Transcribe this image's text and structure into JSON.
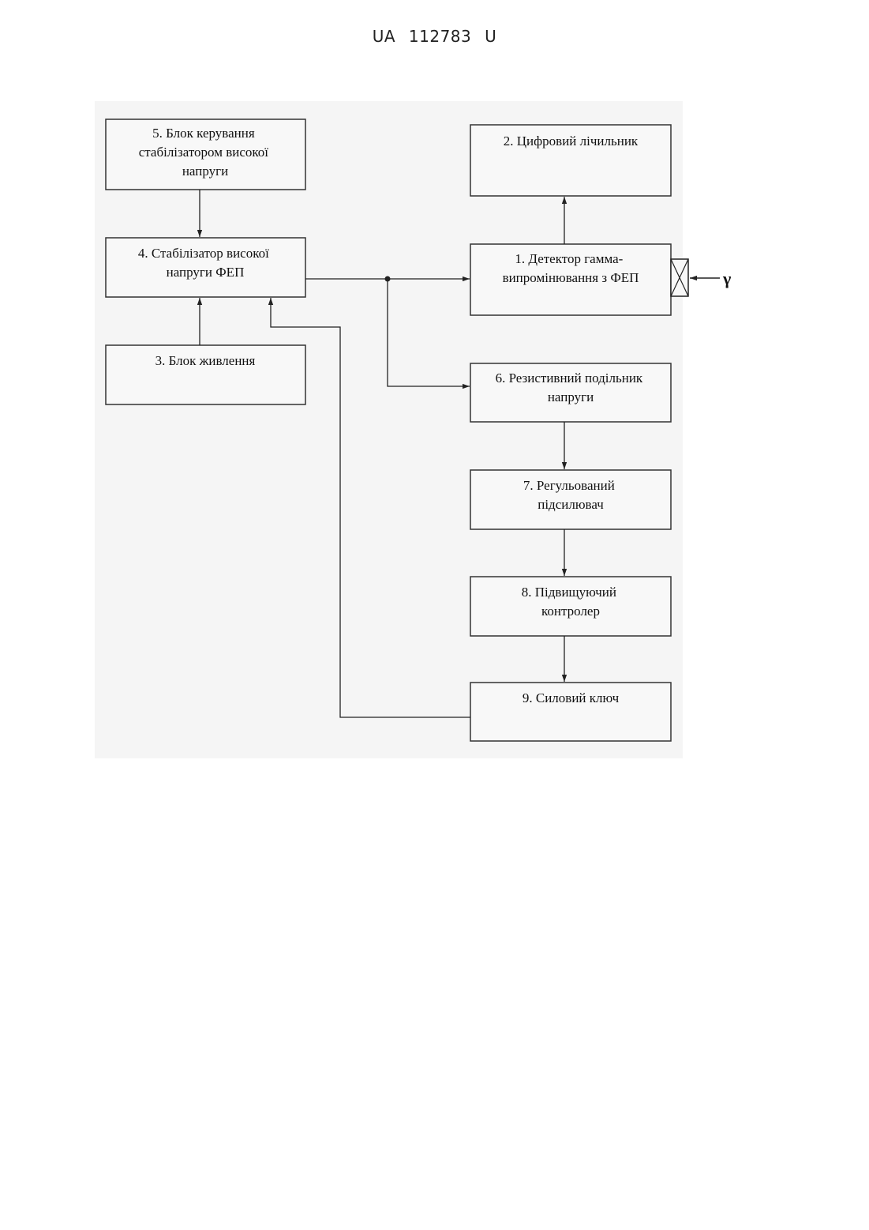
{
  "header": {
    "text": "UA   112783   U"
  },
  "blocks": [
    {
      "id": "block-5",
      "lines": [
        "5. Блок керування",
        "стабілізатором високої",
        "напруги"
      ]
    },
    {
      "id": "block-4",
      "lines": [
        "4. Стабілізатор високої",
        "напруги ФЕП"
      ]
    },
    {
      "id": "block-3",
      "lines": [
        "3. Блок живлення"
      ]
    },
    {
      "id": "block-2",
      "lines": [
        "2. Цифровий лічильник"
      ]
    },
    {
      "id": "block-1",
      "lines": [
        "1. Детектор гамма-",
        "випромінювання з ФЕП"
      ]
    },
    {
      "id": "block-6",
      "lines": [
        "6. Резистивний подільник",
        "напруги"
      ]
    },
    {
      "id": "block-7",
      "lines": [
        "7. Регульований",
        "підсилювач"
      ]
    },
    {
      "id": "block-8",
      "lines": [
        "8. Підвищуючий",
        "контролер"
      ]
    },
    {
      "id": "block-9",
      "lines": [
        "9. Силовий ключ"
      ]
    }
  ],
  "radiation": {
    "symbol": "γ"
  },
  "colors": {
    "line": "#222222",
    "box_stroke": "#333333",
    "box_fill": "#f8f8f8"
  }
}
